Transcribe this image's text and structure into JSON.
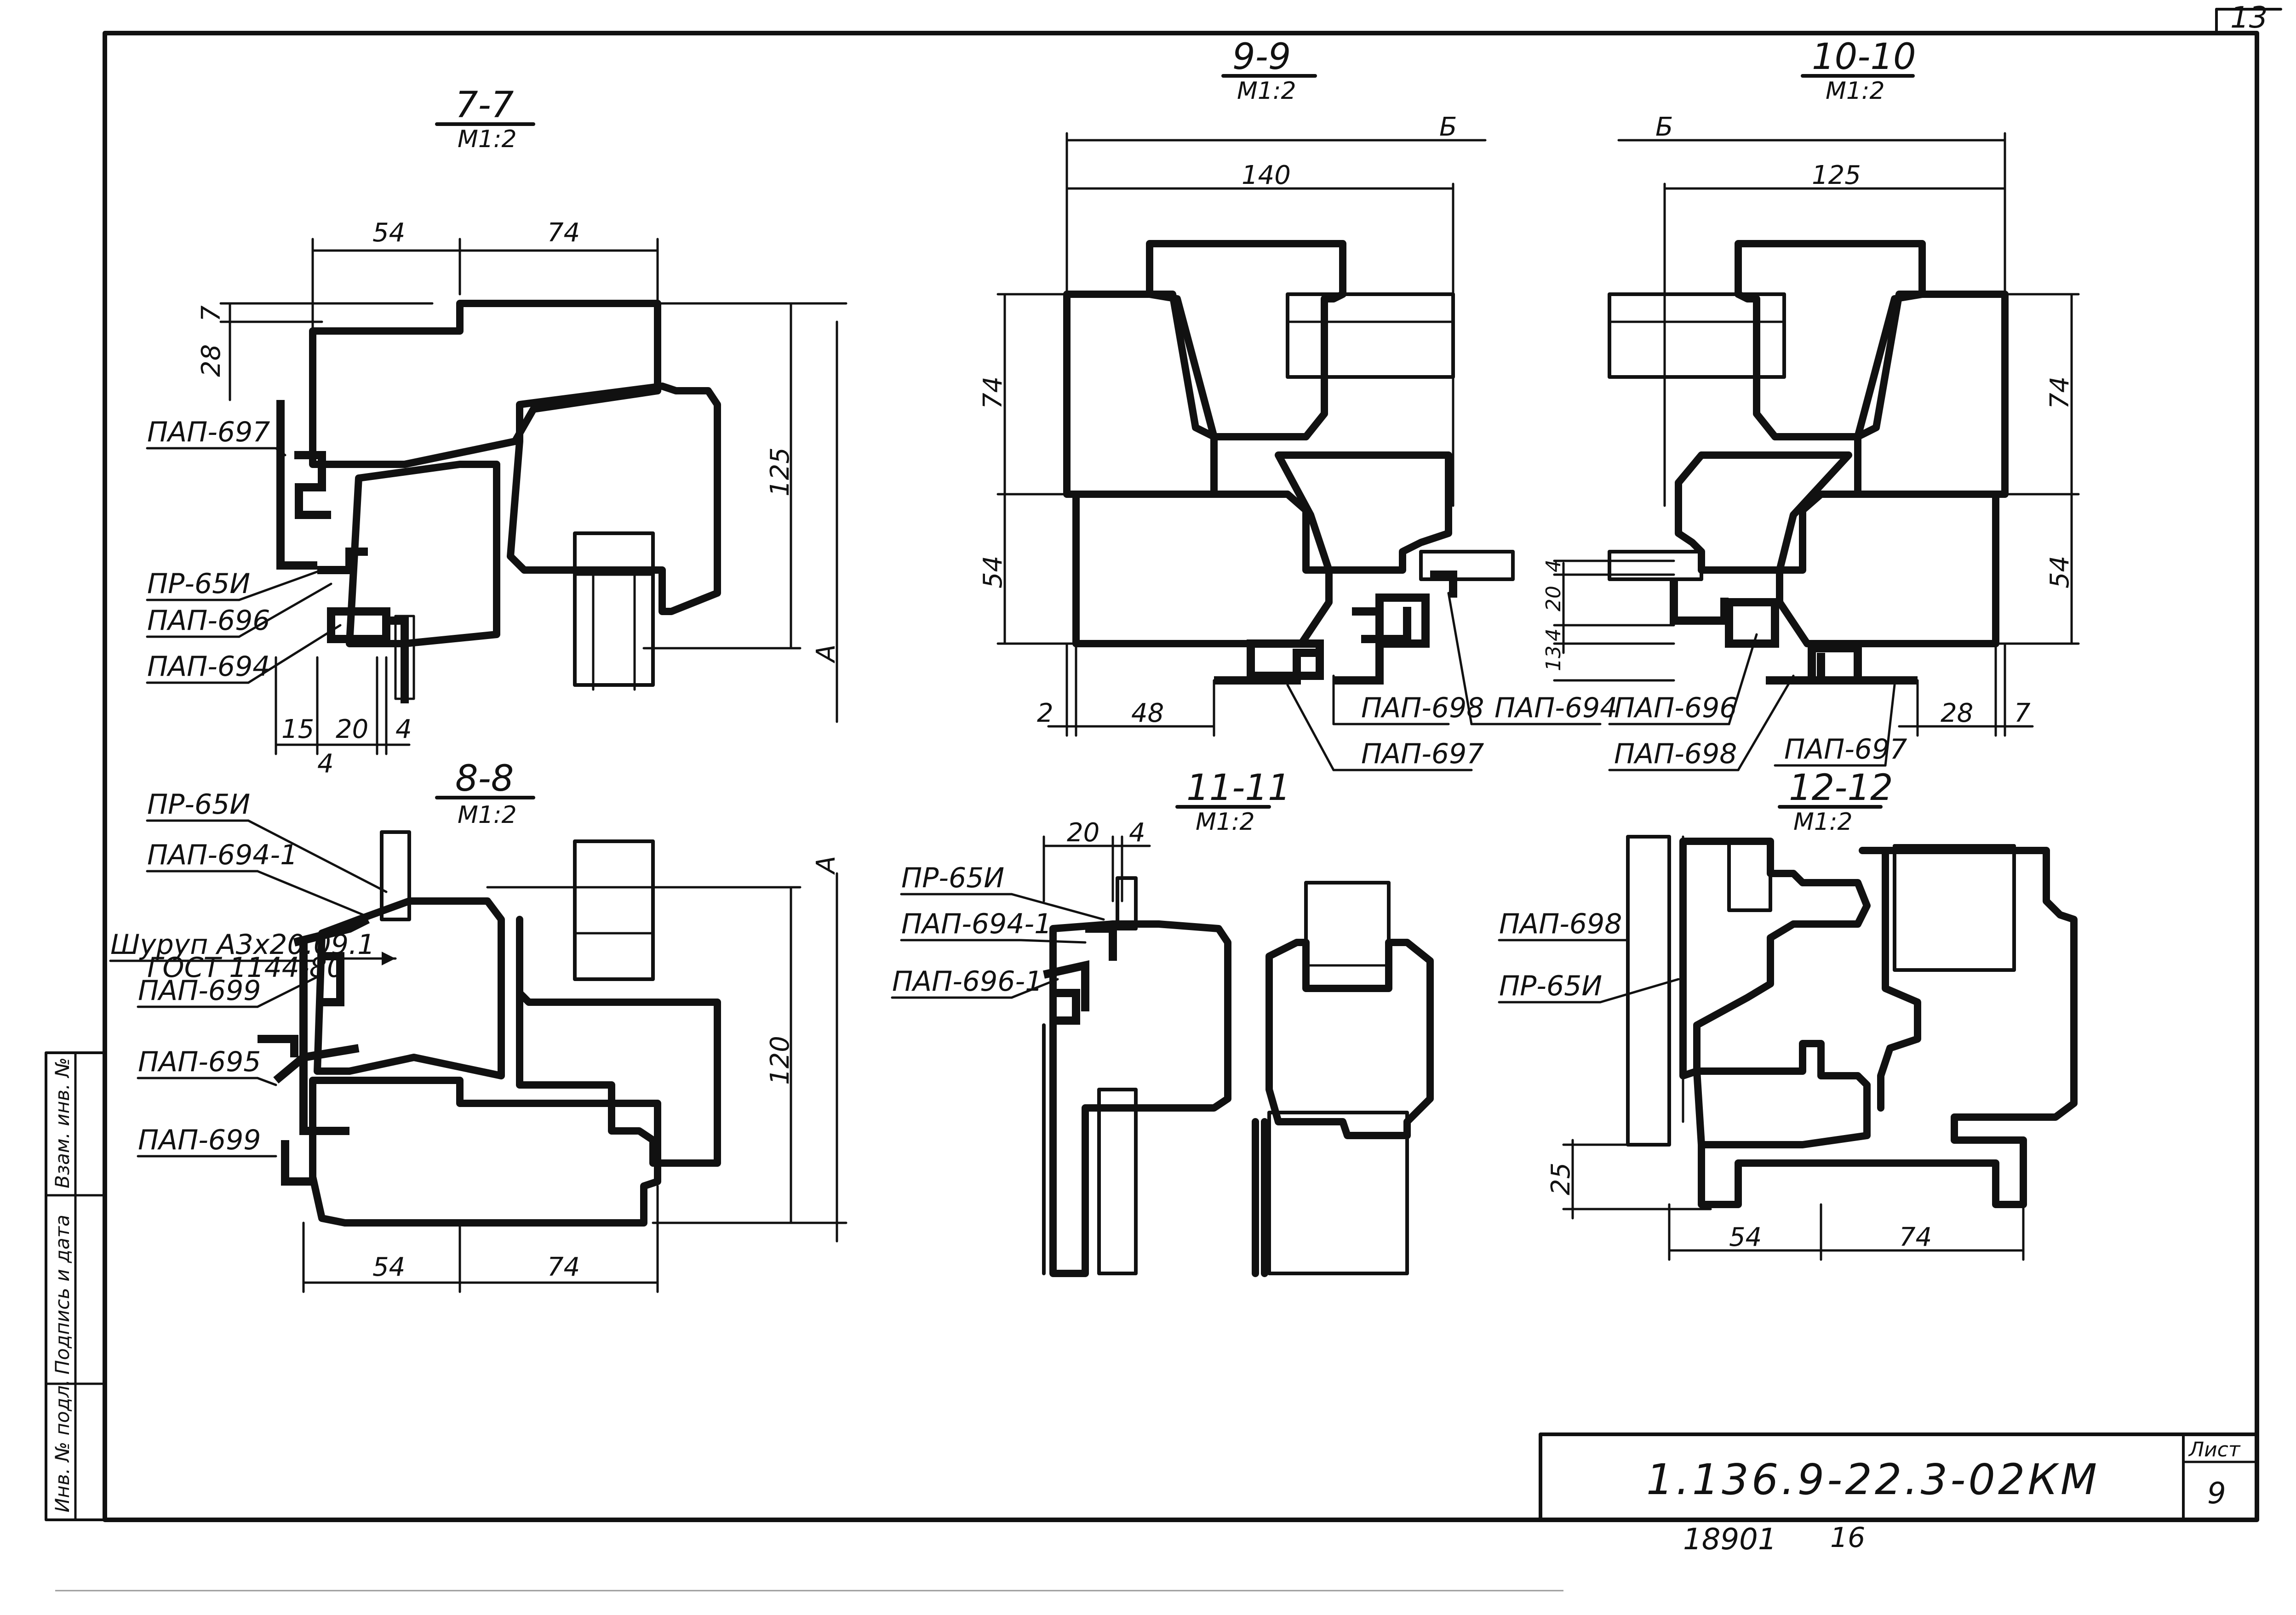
{
  "sheet": {
    "corner_number": "13",
    "stamp_code": "1.136.9-22.3-02КМ",
    "sheet_label": "Лист",
    "sheet_number": "9",
    "archive_number": "18901",
    "archive_suffix": "16",
    "side_stamp": [
      "Инв. № подл.",
      "Подпись и дата",
      "Взам. инв. №"
    ]
  },
  "sections": {
    "s77": {
      "title": "7-7",
      "scale": "М1:2",
      "dims": [
        "54",
        "74",
        "7",
        "28",
        "125",
        "15",
        "20",
        "4",
        "4",
        "А"
      ],
      "labels": [
        "ПАП-697",
        "ПР-65И",
        "ПАП-696",
        "ПАП-694"
      ]
    },
    "s88": {
      "title": "8-8",
      "scale": "М1:2",
      "dims": [
        "120",
        "54",
        "74",
        "А"
      ],
      "labels": [
        "ПР-65И",
        "ПАП-694-1",
        "Шуруп А3х20.09.1",
        "ГОСТ 1144-80",
        "ПАП-699",
        "ПАП-695",
        "ПАП-699"
      ]
    },
    "s99": {
      "title": "9-9",
      "scale": "М1:2",
      "dims": [
        "Б",
        "140",
        "74",
        "54",
        "2",
        "48"
      ],
      "labels": [
        "ПАП-698",
        "ПАП-694",
        "ПАП-697"
      ]
    },
    "s1010": {
      "title": "10-10",
      "scale": "М1:2",
      "dims": [
        "Б",
        "125",
        "74",
        "54",
        "4",
        "20",
        "13",
        "4",
        "28",
        "7"
      ],
      "labels": [
        "ПАП-696",
        "ПАП-698",
        "ПАП-697"
      ]
    },
    "s1111": {
      "title": "11-11",
      "scale": "М1:2",
      "dims": [
        "20",
        "4"
      ],
      "labels": [
        "ПР-65И",
        "ПАП-694-1",
        "ПАП-696-1"
      ]
    },
    "s1212": {
      "title": "12-12",
      "scale": "М1:2",
      "dims": [
        "25",
        "54",
        "74"
      ],
      "labels": [
        "ПАП-698",
        "ПР-65И"
      ]
    }
  }
}
